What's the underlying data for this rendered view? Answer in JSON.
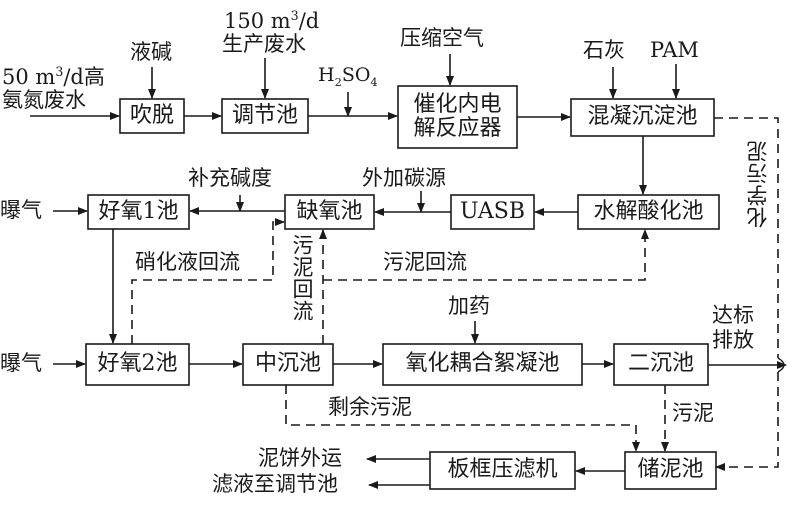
{
  "diagram": {
    "type": "process-flow",
    "nodes": {
      "chuitui": "吹脱",
      "tiaojiechi": "调节池",
      "reactor_line1": "催化内电",
      "reactor_line2": "解反应器",
      "hunning": "混凝沉淀池",
      "shuijie": "水解酸化池",
      "uasb": "UASB",
      "queyang": "缺氧池",
      "haoyang1": "好氧1池",
      "haoyang2": "好氧2池",
      "zhongchen": "中沉池",
      "yanghua": "氧化耦合絮凝池",
      "erchen": "二沉池",
      "chuni": "储泥池",
      "bankuang": "板框压滤机"
    },
    "inputs": {
      "high_ammonia_line1_num": "50 m",
      "high_ammonia_line1_sup": "3",
      "high_ammonia_line1_rest": "/d高",
      "high_ammonia_line2": "氨氮废水",
      "caustic": "液碱",
      "prod_line1_num": "150 m",
      "prod_line1_sup": "3",
      "prod_line1_rest": "/d",
      "prod_line2": "生产废水",
      "h2so4_h": "H",
      "h2so4_2": "2",
      "h2so4_so": "SO",
      "h2so4_4": "4",
      "compressed_air": "压缩空气",
      "lime": "石灰",
      "pam": "PAM",
      "alkalinity": "补充碱度",
      "carbon_source": "外加碳源",
      "aeration1": "曝气",
      "aeration2": "曝气",
      "dosing": "加药"
    },
    "flow_labels": {
      "nitrate_return": "硝化液回流",
      "sludge_return_vertical": "污泥回流",
      "sludge_return": "污泥回流",
      "chemical_sludge": "化学污泥",
      "excess_sludge": "剩余污泥",
      "sludge": "污泥",
      "discharge_line1": "达标",
      "discharge_line2": "排放",
      "cake_out": "泥饼外运",
      "filtrate_return": "滤液至调节池"
    }
  }
}
